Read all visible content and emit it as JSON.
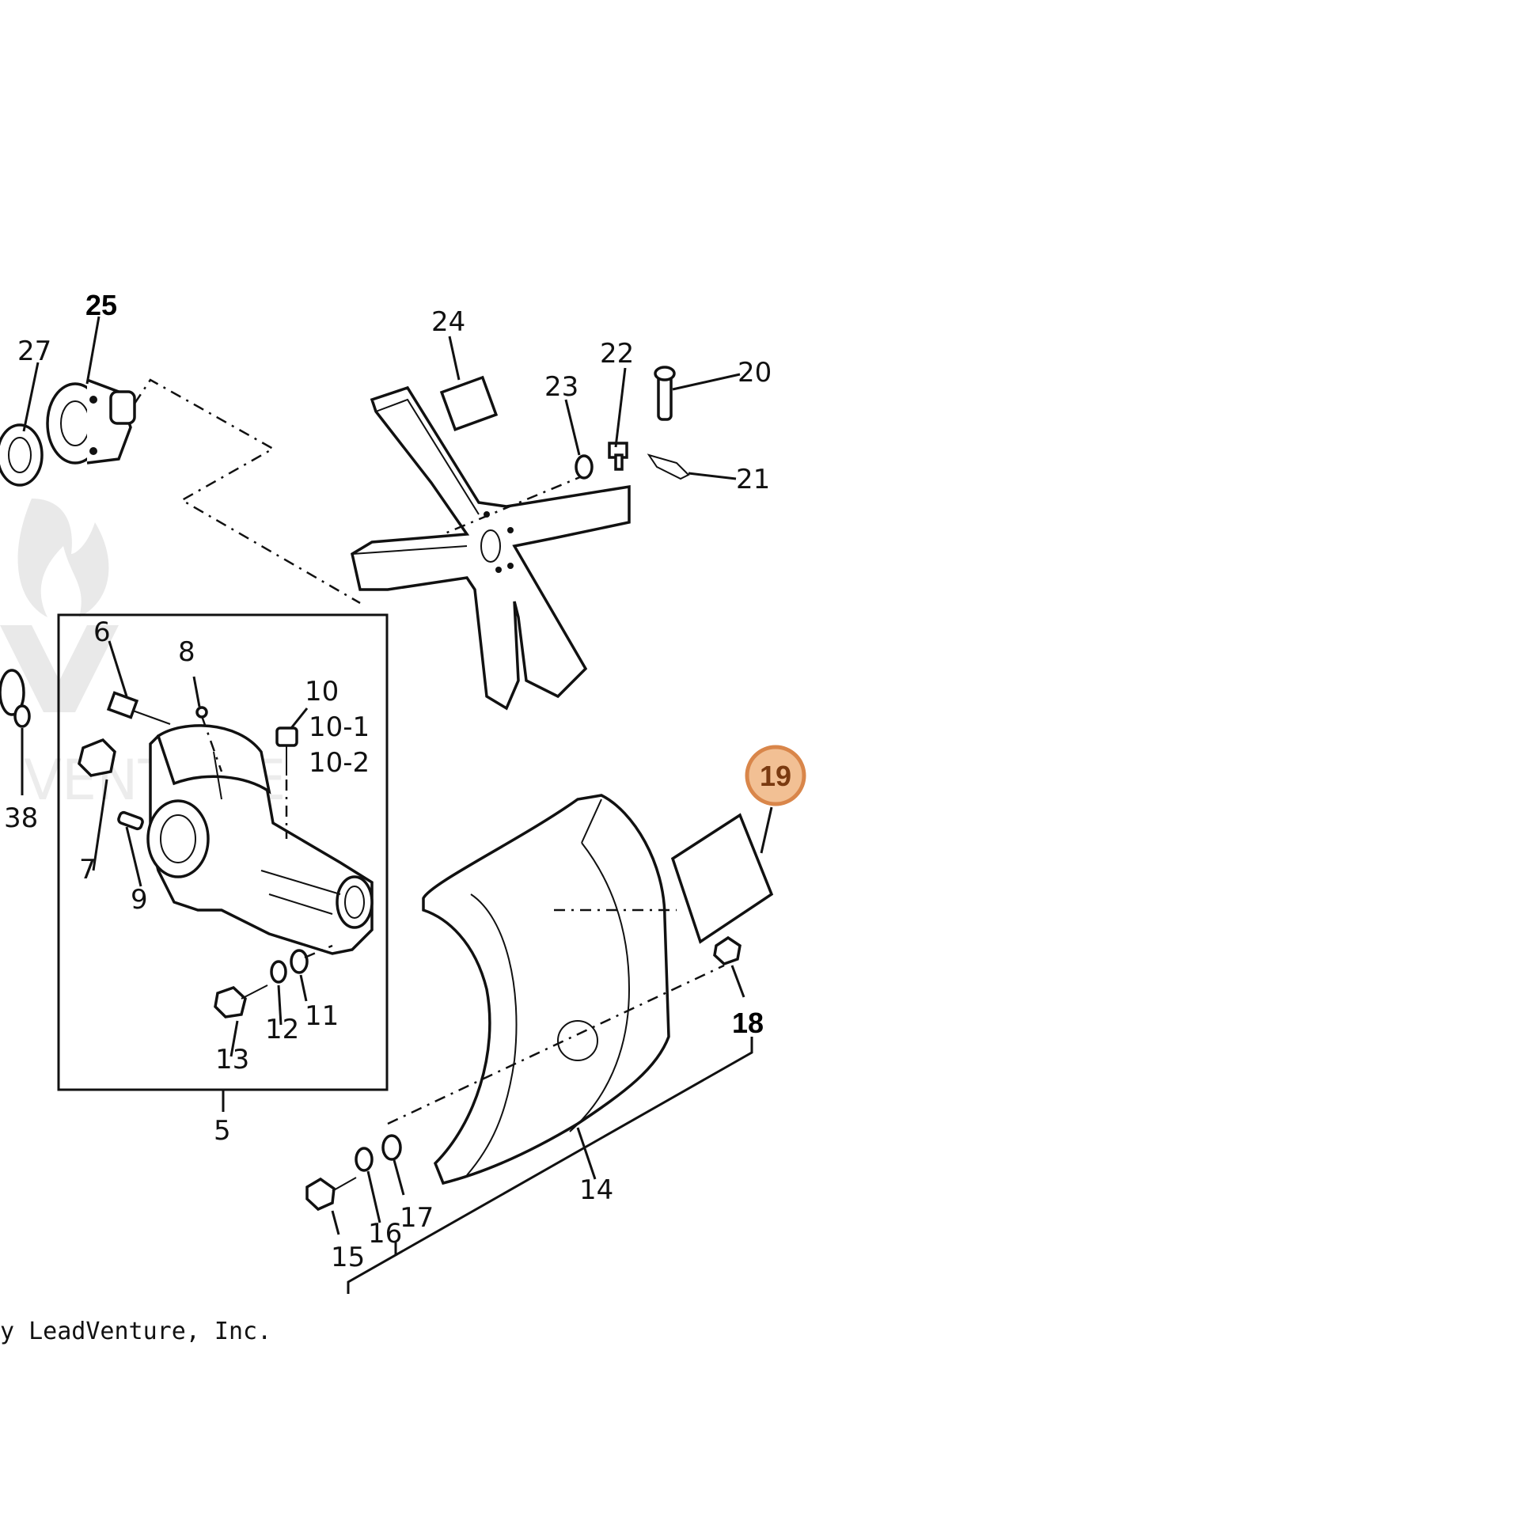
{
  "labels": {
    "l25": "25",
    "l27": "27",
    "l24": "24",
    "l23": "23",
    "l22": "22",
    "l20": "20",
    "l21": "21",
    "l6": "6",
    "l8": "8",
    "l10": "10",
    "l10_1": "10-1",
    "l10_2": "10-2",
    "l7": "7",
    "l9": "9",
    "l38": "38",
    "l13": "13",
    "l12": "12",
    "l11": "11",
    "l5": "5",
    "l19": "19",
    "l18": "18",
    "l14": "14",
    "l15": "15",
    "l16": "16",
    "l17": "17"
  },
  "highlighted_callout": "19",
  "watermark_text": "VENTURE",
  "copyright": "y LeadVenture, Inc.",
  "colors": {
    "highlight_fill": "#f2c094",
    "highlight_stroke": "#d9864a",
    "highlight_text": "#7a3a10"
  }
}
